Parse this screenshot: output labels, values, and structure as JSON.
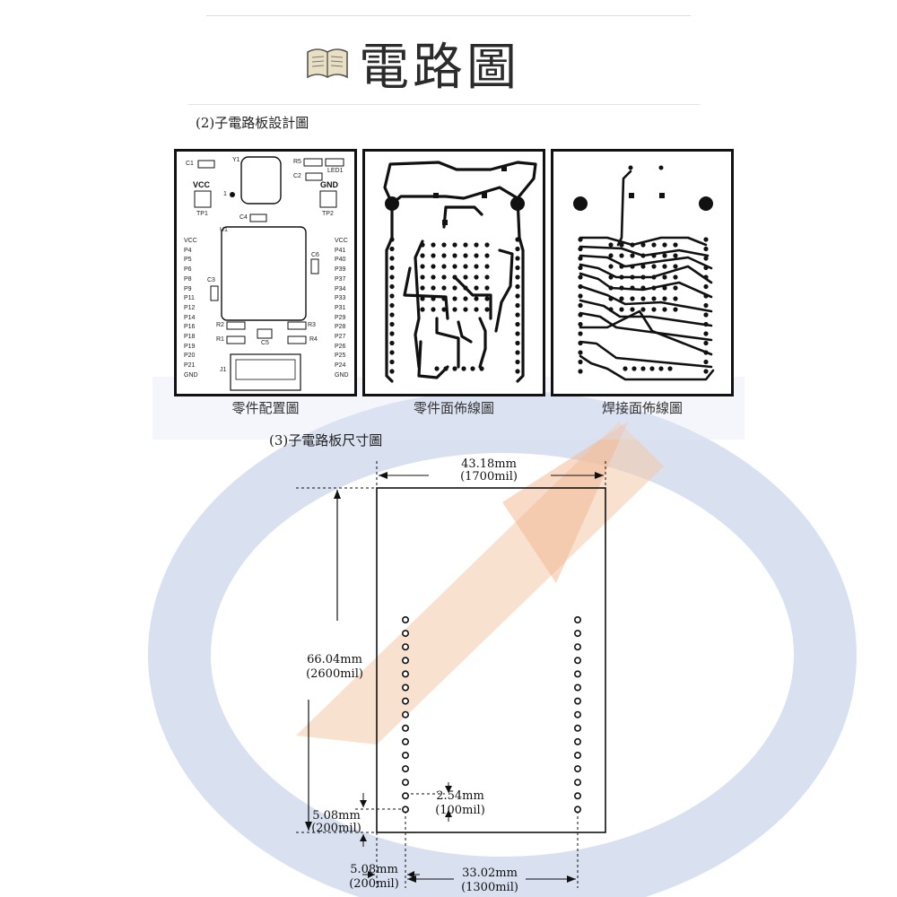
{
  "header": {
    "title": "電路圖"
  },
  "sections": {
    "design": {
      "title": "(2)子電路板設計圖"
    },
    "dimensions": {
      "title": "(3)子電路板尺寸圖"
    }
  },
  "panels": {
    "placement": {
      "caption": "零件配置圖",
      "components": [
        "C1",
        "Y1",
        "R5",
        "LED1",
        "C2",
        "VCC",
        "GND",
        "TP1",
        "TP2",
        "C4",
        "U1",
        "C3",
        "C6",
        "R2",
        "R3",
        "R1",
        "C5",
        "R4",
        "J1",
        "1"
      ],
      "left_pins": [
        "VCC",
        "P4",
        "P5",
        "P6",
        "P8",
        "P9",
        "P11",
        "P12",
        "P14",
        "P16",
        "P18",
        "P19",
        "P20",
        "P21",
        "GND"
      ],
      "right_pins": [
        "VCC",
        "P41",
        "P40",
        "P39",
        "P37",
        "P34",
        "P33",
        "P31",
        "P29",
        "P28",
        "P27",
        "P26",
        "P25",
        "P24",
        "GND"
      ]
    },
    "component_side": {
      "caption": "零件面佈線圖"
    },
    "solder_side": {
      "caption": "焊接面佈線圖"
    }
  },
  "dimensions": {
    "width_mm": "43.18mm",
    "width_mil": "(1700mil)",
    "height_mm": "66.04mm",
    "height_mil": "(2600mil)",
    "pitch_mm": "2.54mm",
    "pitch_mil": "(100mil)",
    "offset_y_mm": "5.08mm",
    "offset_y_mil": "(200mil)",
    "offset_x_mm": "5.08mm",
    "offset_x_mil": "(200mil)",
    "row_gap_mm": "33.02mm",
    "row_gap_mil": "(1300mil)"
  }
}
